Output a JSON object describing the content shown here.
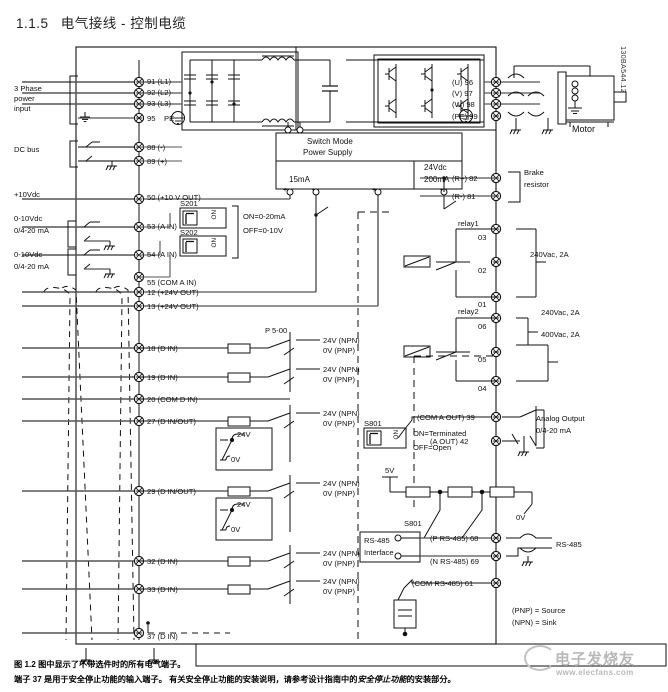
{
  "page": {
    "section_number": "1.1.5",
    "title": "电气接线 - 控制电缆",
    "drawing_code": "130BA544.12"
  },
  "left_labels": [
    {
      "id": "three-phase",
      "lines": [
        "3 Phase",
        "power",
        "input"
      ]
    },
    {
      "id": "dc-bus",
      "lines": [
        "DC bus"
      ]
    },
    {
      "id": "plus10vdc",
      "lines": [
        "+10Vdc"
      ]
    },
    {
      "id": "ain53",
      "lines": [
        "0-10Vdc",
        "0/4-20 mA"
      ]
    },
    {
      "id": "ain54",
      "lines": [
        "0-10Vdc",
        "0/4-20 mA"
      ]
    }
  ],
  "terminals_left": [
    {
      "n": "91",
      "label": "91 (L1)"
    },
    {
      "n": "92",
      "label": "92 (L2)"
    },
    {
      "n": "93",
      "label": "93 (L3)"
    },
    {
      "n": "95",
      "label": "95"
    },
    {
      "n": "95pe",
      "label": "PE"
    },
    {
      "n": "88",
      "label": "88 (-)"
    },
    {
      "n": "89",
      "label": "89 (+)"
    },
    {
      "n": "50",
      "label": "50 (+10 V OUT)"
    },
    {
      "n": "53",
      "label": "53 (A IN)"
    },
    {
      "n": "54",
      "label": "54 (A IN)"
    },
    {
      "n": "55",
      "label": "55 (COM A IN)"
    },
    {
      "n": "12",
      "label": "12 (+24V OUT)"
    },
    {
      "n": "13",
      "label": "13 (+24V OUT)"
    },
    {
      "n": "18",
      "label": "18 (D IN)"
    },
    {
      "n": "19",
      "label": "19 (D IN)"
    },
    {
      "n": "20",
      "label": "20   (COM D IN)"
    },
    {
      "n": "27",
      "label": "27   (D IN/OUT)"
    },
    {
      "n": "29",
      "label": "29   (D IN/OUT)"
    },
    {
      "n": "32",
      "label": "32 (D IN)"
    },
    {
      "n": "33",
      "label": "33 (D IN)"
    },
    {
      "n": "37",
      "label": "37 (D IN)"
    }
  ],
  "terminals_right": [
    {
      "n": "96",
      "label": "(U) 96"
    },
    {
      "n": "97",
      "label": "(V) 97"
    },
    {
      "n": "98",
      "label": "(W) 98"
    },
    {
      "n": "99",
      "label": "(PE) 99"
    },
    {
      "n": "82",
      "label": "(R+) 82"
    },
    {
      "n": "81",
      "label": "(R-) 81"
    },
    {
      "n": "03",
      "label": "03"
    },
    {
      "n": "02",
      "label": "02"
    },
    {
      "n": "01",
      "label": "01"
    },
    {
      "n": "06",
      "label": "06"
    },
    {
      "n": "05",
      "label": "05"
    },
    {
      "n": "04",
      "label": "04"
    },
    {
      "n": "39",
      "label": "(COM A OUT) 39"
    },
    {
      "n": "42",
      "label": "(A OUT) 42"
    },
    {
      "n": "68",
      "label": "(P RS-485) 68"
    },
    {
      "n": "69",
      "label": "(N RS-485) 69"
    },
    {
      "n": "61",
      "label": "(COM RS-485) 61"
    }
  ],
  "blocks": {
    "smps_line1": "Switch Mode",
    "smps_line2": "Power Supply",
    "smps_24vdc": "24Vdc",
    "smps_15ma": "15mA",
    "smps_200ma": "200mA",
    "rs485_line1": "RS-485",
    "rs485_line2": "Interface",
    "motor": "Motor",
    "brake_line1": "Brake",
    "brake_line2": "resistor",
    "rs485_net": "RS-485"
  },
  "switches": {
    "s201": "S201",
    "s202": "S202",
    "s201_on": "ON=0-20mA",
    "s201_off": "OFF=0-10V",
    "s801": "S801",
    "s801_label2": "S801",
    "s801_on": "ON=Terminated",
    "s801_off": "OFF=Open",
    "dip_on": "ON",
    "dip_n": "N"
  },
  "relays": {
    "relay1": "relay1",
    "relay2": "relay2",
    "r1_rating": "240Vac, 2A",
    "r2_rating_a": "240Vac, 2A",
    "r2_rating_b": "400Vac, 2A"
  },
  "analog_output": {
    "line1": "Analog Output",
    "line2": "0/4-20 mA"
  },
  "digital_inputs": {
    "parameter": "P 5-00",
    "npn": "24V (NPN)",
    "pnp": "0V (PNP)",
    "box_24v": "24V",
    "box_0v": "0V"
  },
  "voltage_marks": {
    "five_v": "5V",
    "zero_v": "0V",
    "plus": "+",
    "minus": "-"
  },
  "legend": {
    "pnp": "(PNP) = Source",
    "npn": "(NPN) = Sink"
  },
  "caption": {
    "line1": "图 1.2  图中显示了不带选件时的所有电气端子。",
    "line2_a": "端子 37 是用于安全停止功能的输入端子。  有关安全停止功能的安装说明，请参考设计指南中的",
    "line2_b": "安全停止功能",
    "line2_c": "的安装部分。"
  },
  "watermark": {
    "brand": "电子发烧友",
    "url": "www.elecfans.com"
  }
}
